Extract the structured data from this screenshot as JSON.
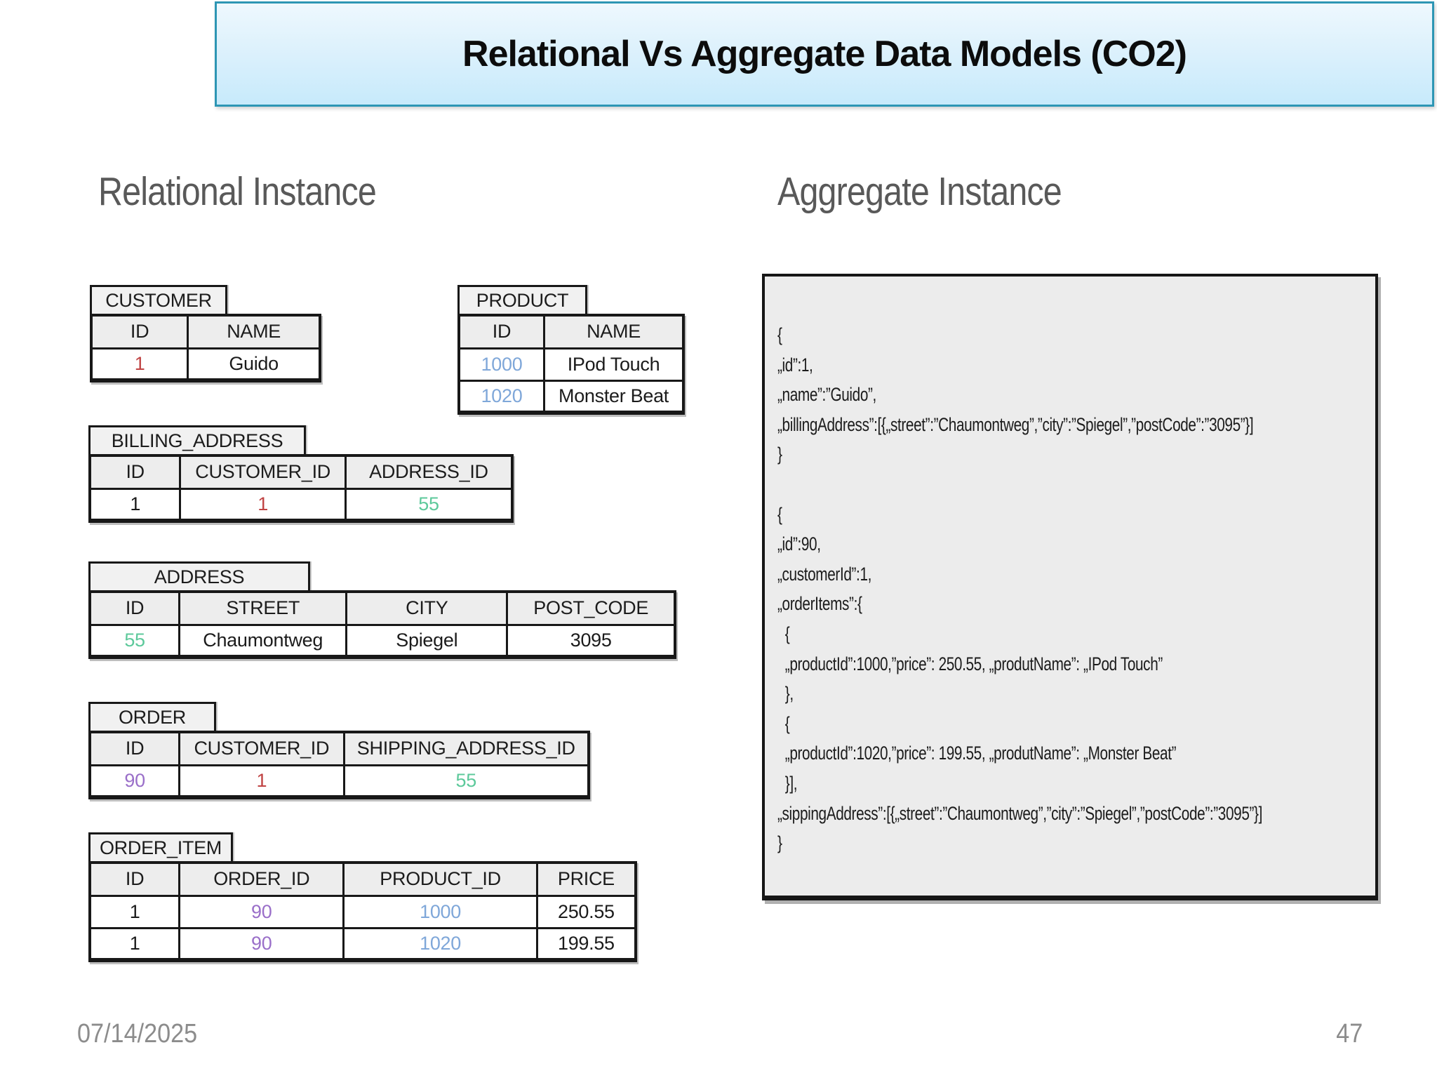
{
  "title_bar": {
    "title": "Relational Vs Aggregate Data Models (CO2)"
  },
  "sections": {
    "left_heading": "Relational Instance",
    "right_heading": "Aggregate Instance"
  },
  "footer": {
    "date": "07/14/2025",
    "page_number": "47"
  },
  "value_colors": {
    "red": "#c04343",
    "green": "#5dc99b",
    "blue": "#7fa7d9",
    "purple": "#9a6fc9",
    "black": "#1b1b1b"
  },
  "tables": [
    {
      "name": "CUSTOMER",
      "columns": [
        "ID",
        "NAME"
      ],
      "rows": [
        [
          {
            "text": "1",
            "color": "red"
          },
          {
            "text": "Guido",
            "color": "black"
          }
        ]
      ]
    },
    {
      "name": "PRODUCT",
      "columns": [
        "ID",
        "NAME"
      ],
      "rows": [
        [
          {
            "text": "1000",
            "color": "blue"
          },
          {
            "text": "IPod Touch",
            "color": "black"
          }
        ],
        [
          {
            "text": "1020",
            "color": "blue"
          },
          {
            "text": "Monster Beat",
            "color": "black"
          }
        ]
      ]
    },
    {
      "name": "BILLING_ADDRESS",
      "columns": [
        "ID",
        "CUSTOMER_ID",
        "ADDRESS_ID"
      ],
      "rows": [
        [
          {
            "text": "1",
            "color": "black"
          },
          {
            "text": "1",
            "color": "red"
          },
          {
            "text": "55",
            "color": "green"
          }
        ]
      ]
    },
    {
      "name": "ADDRESS",
      "columns": [
        "ID",
        "STREET",
        "CITY",
        "POST_CODE"
      ],
      "rows": [
        [
          {
            "text": "55",
            "color": "green"
          },
          {
            "text": "Chaumontweg",
            "color": "black"
          },
          {
            "text": "Spiegel",
            "color": "black"
          },
          {
            "text": "3095",
            "color": "black"
          }
        ]
      ]
    },
    {
      "name": "ORDER",
      "columns": [
        "ID",
        "CUSTOMER_ID",
        "SHIPPING_ADDRESS_ID"
      ],
      "rows": [
        [
          {
            "text": "90",
            "color": "purple"
          },
          {
            "text": "1",
            "color": "red"
          },
          {
            "text": "55",
            "color": "green"
          }
        ]
      ]
    },
    {
      "name": "ORDER_ITEM",
      "columns": [
        "ID",
        "ORDER_ID",
        "PRODUCT_ID",
        "PRICE"
      ],
      "rows": [
        [
          {
            "text": "1",
            "color": "black"
          },
          {
            "text": "90",
            "color": "purple"
          },
          {
            "text": "1000",
            "color": "blue"
          },
          {
            "text": "250.55",
            "color": "black"
          }
        ],
        [
          {
            "text": "1",
            "color": "black"
          },
          {
            "text": "90",
            "color": "purple"
          },
          {
            "text": "1020",
            "color": "blue"
          },
          {
            "text": "199.55",
            "color": "black"
          }
        ]
      ]
    }
  ],
  "aggregate": {
    "lines": [
      "{",
      "„id”:1,",
      "„name”:”Guido”,",
      "„billingAddress”:[{„street”:”Chaumontweg”,”city”:”Spiegel”,”postCode”:”3095”}]",
      "}",
      "",
      "{",
      "„id”:90,",
      "„customerId”:1,",
      "„orderItems”:{",
      "  {",
      "  „productId”:1000,”price”: 250.55, „produtName”: „IPod Touch”",
      "  },",
      "  {",
      "  „productId”:1020,”price”: 199.55, „produtName”: „Monster Beat”",
      "  }],",
      "„sippingAddress”:[{„street”:”Chaumontweg”,”city”:”Spiegel”,”postCode”:”3095”}]",
      "}"
    ]
  }
}
